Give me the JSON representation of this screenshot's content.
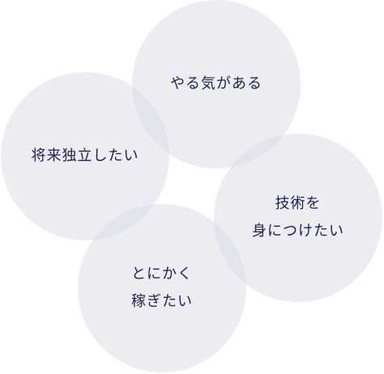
{
  "bubbles": [
    {
      "lines": [
        "やる気がある"
      ]
    },
    {
      "lines": [
        "将来独立したい"
      ]
    },
    {
      "lines": [
        "技術を",
        "身につけたい"
      ]
    },
    {
      "lines": [
        "とにかく",
        "稼ぎたい"
      ]
    }
  ],
  "colors": {
    "bubble_fill": "#dcdce6",
    "text": "#1f2250",
    "background": "#ffffff"
  }
}
